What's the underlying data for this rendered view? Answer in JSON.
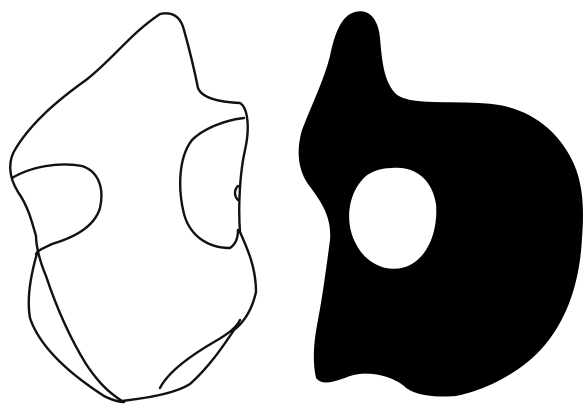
{
  "figure": {
    "panels": [
      {
        "id": "outline-drawing",
        "style": "line outline",
        "regions": 5
      },
      {
        "id": "filled-silhouette",
        "style": "solid black fill with one hole",
        "holes": 1
      }
    ]
  },
  "colors": {
    "background": "#ffffff",
    "ink": "#111111",
    "fill": "#000000"
  }
}
